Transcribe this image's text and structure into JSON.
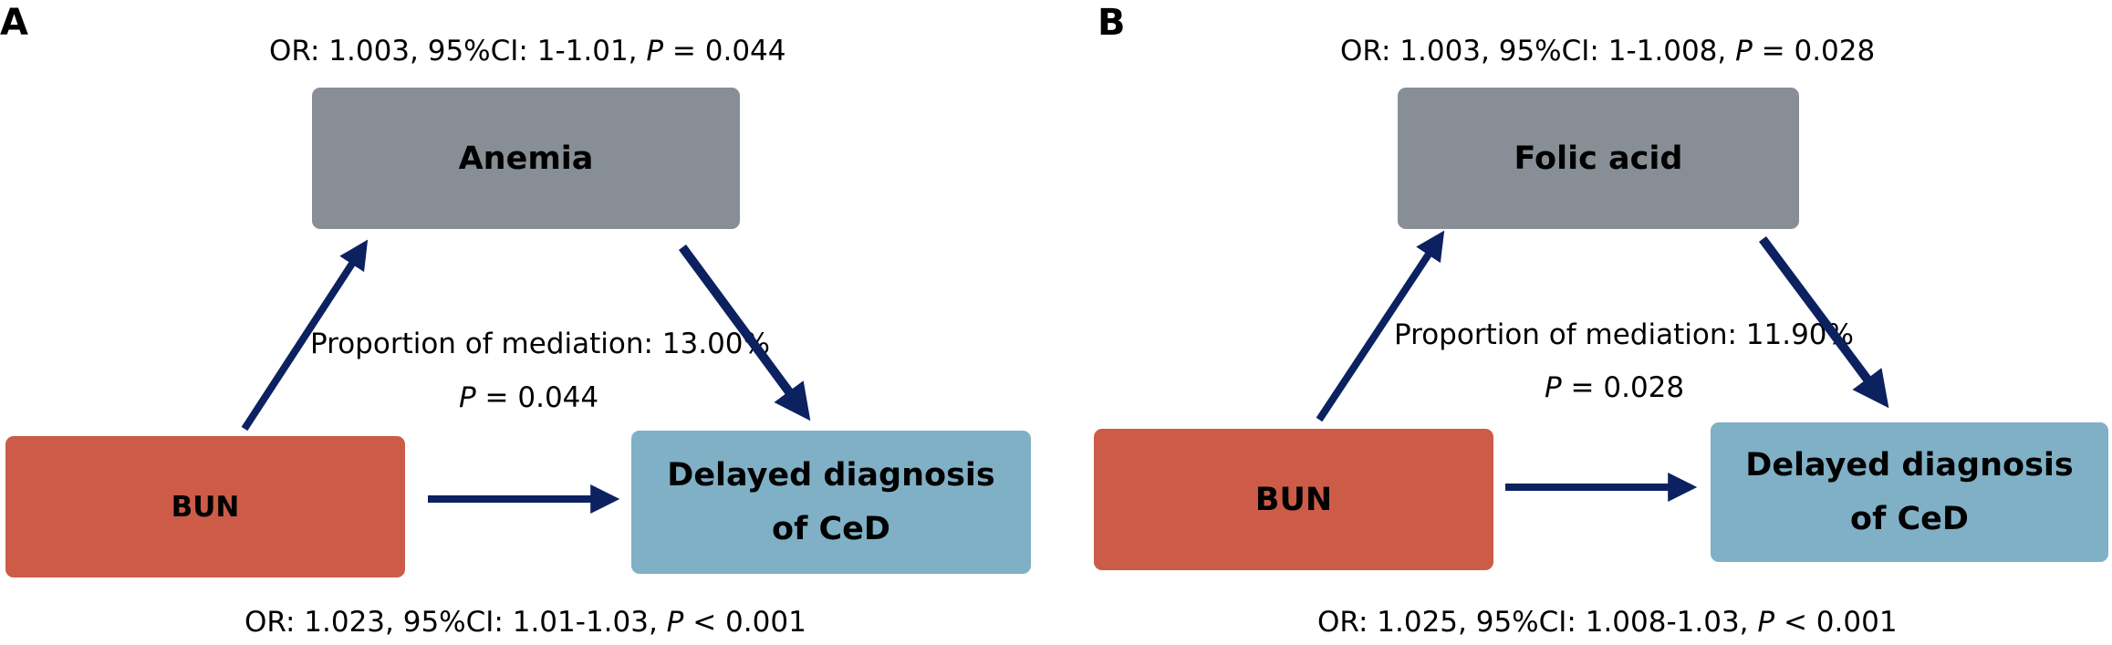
{
  "colors": {
    "mediator_box": "#878e96",
    "exposure_box": "#cc5c48",
    "outcome_box": "#7fb0c6",
    "arrow": "#0c2160"
  },
  "panels": [
    {
      "letter": "A",
      "mediator_label": "Anemia",
      "exposure_label": "BUN",
      "outcome_label_line1": "Delayed diagnosis",
      "outcome_label_line2": "of CeD",
      "top_stat": {
        "prefix": "OR: 1.003, 95%CI: 1-1.01, ",
        "p_symbol": "P",
        "p_value": " = 0.044"
      },
      "mediation_label": "Proportion of mediation: 13.00%",
      "mediation_p": {
        "p_symbol": "P",
        "p_value": " = 0.044"
      },
      "bottom_stat": {
        "prefix": "OR: 1.023, 95%CI: 1.01-1.03, ",
        "p_symbol": "P",
        "p_value": " < 0.001"
      }
    },
    {
      "letter": "B",
      "mediator_label": "Folic acid",
      "exposure_label": "BUN",
      "outcome_label_line1": "Delayed diagnosis",
      "outcome_label_line2": "of CeD",
      "top_stat": {
        "prefix": "OR: 1.003, 95%CI: 1-1.008, ",
        "p_symbol": "P",
        "p_value": " = 0.028"
      },
      "mediation_label": "Proportion of mediation: 11.90%",
      "mediation_p": {
        "p_symbol": "P",
        "p_value": " = 0.028"
      },
      "bottom_stat": {
        "prefix": "OR: 1.025, 95%CI: 1.008-1.03, ",
        "p_symbol": "P",
        "p_value": " < 0.001"
      }
    }
  ]
}
